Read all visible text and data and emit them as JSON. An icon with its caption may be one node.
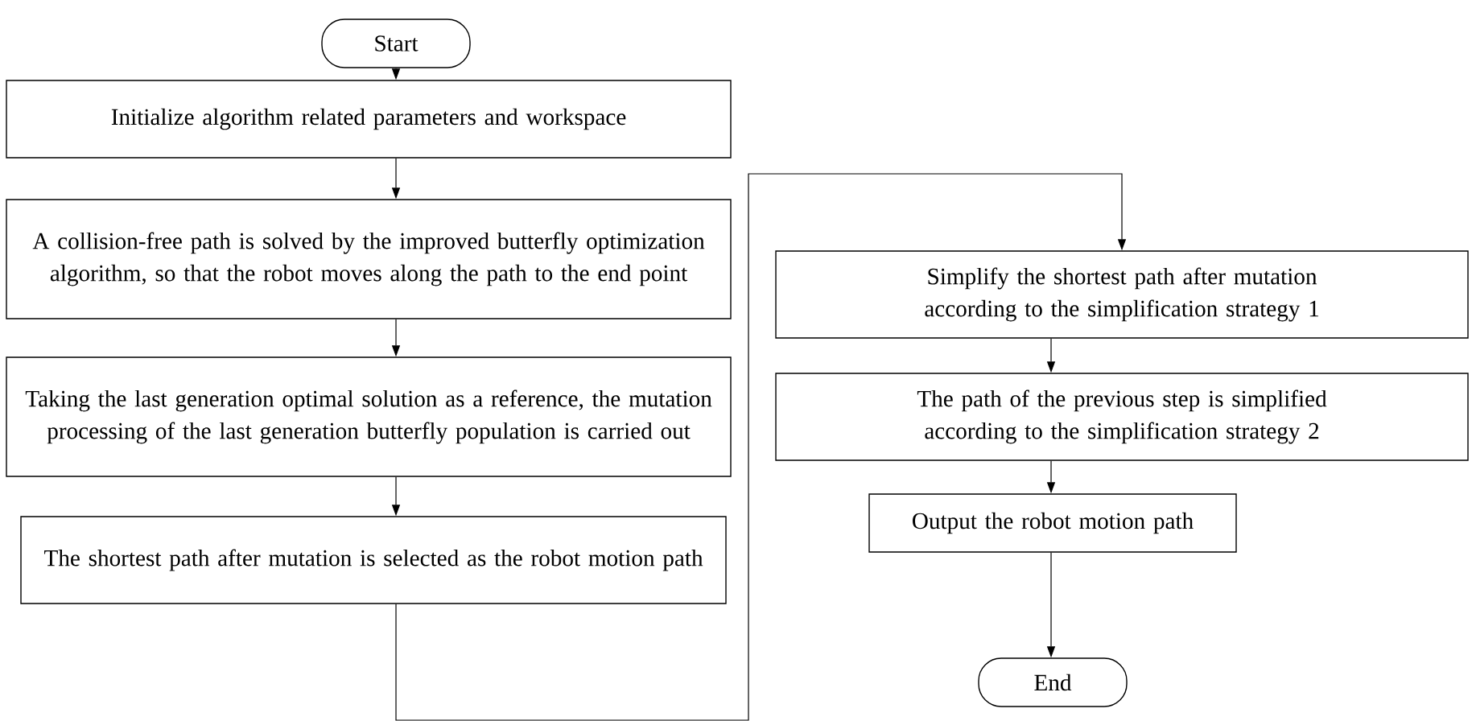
{
  "diagram": {
    "nodes": [
      {
        "text": [
          "Start"
        ]
      },
      {
        "text": [
          "Initialize algorithm related parameters and workspace"
        ]
      },
      {
        "text": [
          "A collision-free path is solved by the improved butterfly optimization algorithm, so that the robot moves along the path to the end point"
        ]
      },
      {
        "text": [
          "Taking the last generation optimal solution as a reference, the mutation processing of the last generation butterfly population is carried out"
        ]
      },
      {
        "text": [
          "The shortest path after mutation is selected as the robot motion path"
        ]
      },
      {
        "text": [
          "Simplify the shortest path after mutation according to the simplification strategy 1"
        ]
      },
      {
        "text": [
          "The path of the previous step is simplified according to the simplification strategy 2"
        ]
      },
      {
        "text": [
          "Output the robot motion path"
        ]
      },
      {
        "text": [
          "End"
        ]
      }
    ],
    "edges": [
      {
        "from": 0,
        "to": 1,
        "arrow": "to"
      },
      {
        "from": 1,
        "to": 2,
        "arrow": "to"
      },
      {
        "from": 2,
        "to": 3,
        "arrow": "to"
      },
      {
        "from": 3,
        "to": 4,
        "arrow": "to"
      },
      {
        "from": 4,
        "to": 5,
        "arrow": "to"
      },
      {
        "from": 5,
        "to": 6,
        "arrow": "to"
      },
      {
        "from": 6,
        "to": 7,
        "arrow": "to"
      },
      {
        "from": 7,
        "to": 8,
        "arrow": "to"
      }
    ]
  }
}
